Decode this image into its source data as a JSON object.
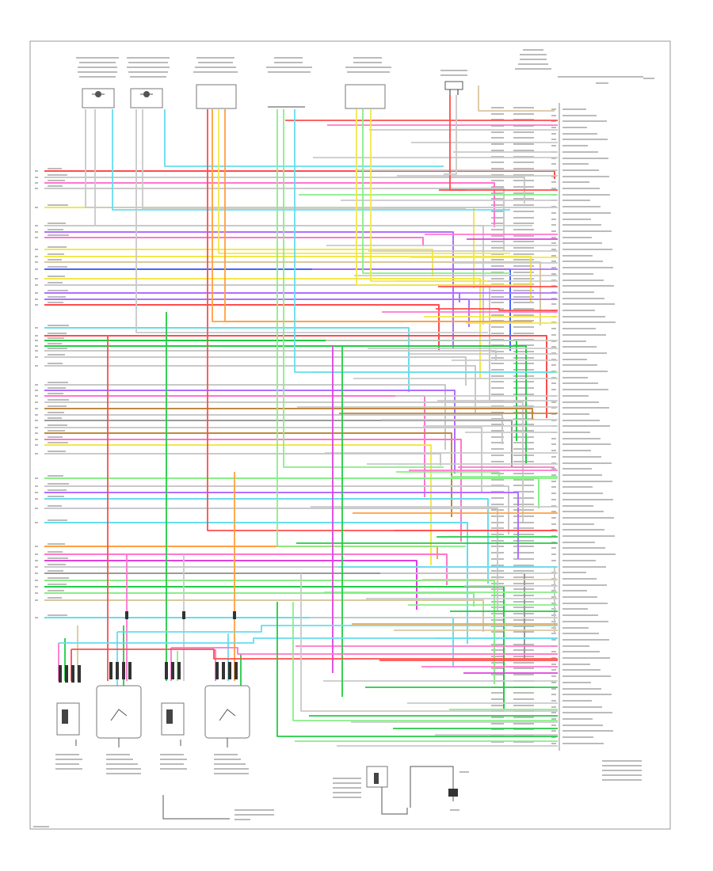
{
  "diagram": {
    "title": "",
    "page_ref": "",
    "wire_colors": {
      "red": "#ff4d4d",
      "pink": "#ff77cc",
      "magenta": "#e040e0",
      "green": "#22cc44",
      "lightgreen": "#88ee88",
      "yellow": "#f2e84a",
      "orange": "#ffa040",
      "blue": "#4466ff",
      "lightblue": "#66ddee",
      "tan": "#d8c8a0",
      "gray": "#c9c9c9",
      "darkgray": "#9a9a9a",
      "brown": "#c08a40",
      "violet": "#b070ff"
    },
    "components": [
      {
        "id": "comp-1",
        "name": "",
        "shape": "motor"
      },
      {
        "id": "comp-2",
        "name": "",
        "shape": "motor"
      },
      {
        "id": "comp-3",
        "name": "",
        "shape": "box"
      },
      {
        "id": "comp-4",
        "name": "",
        "shape": "bar"
      },
      {
        "id": "comp-5",
        "name": "",
        "shape": "box"
      },
      {
        "id": "comp-6",
        "name": "",
        "shape": "plug"
      }
    ],
    "module": {
      "name": "",
      "pin_count": 60
    }
  }
}
